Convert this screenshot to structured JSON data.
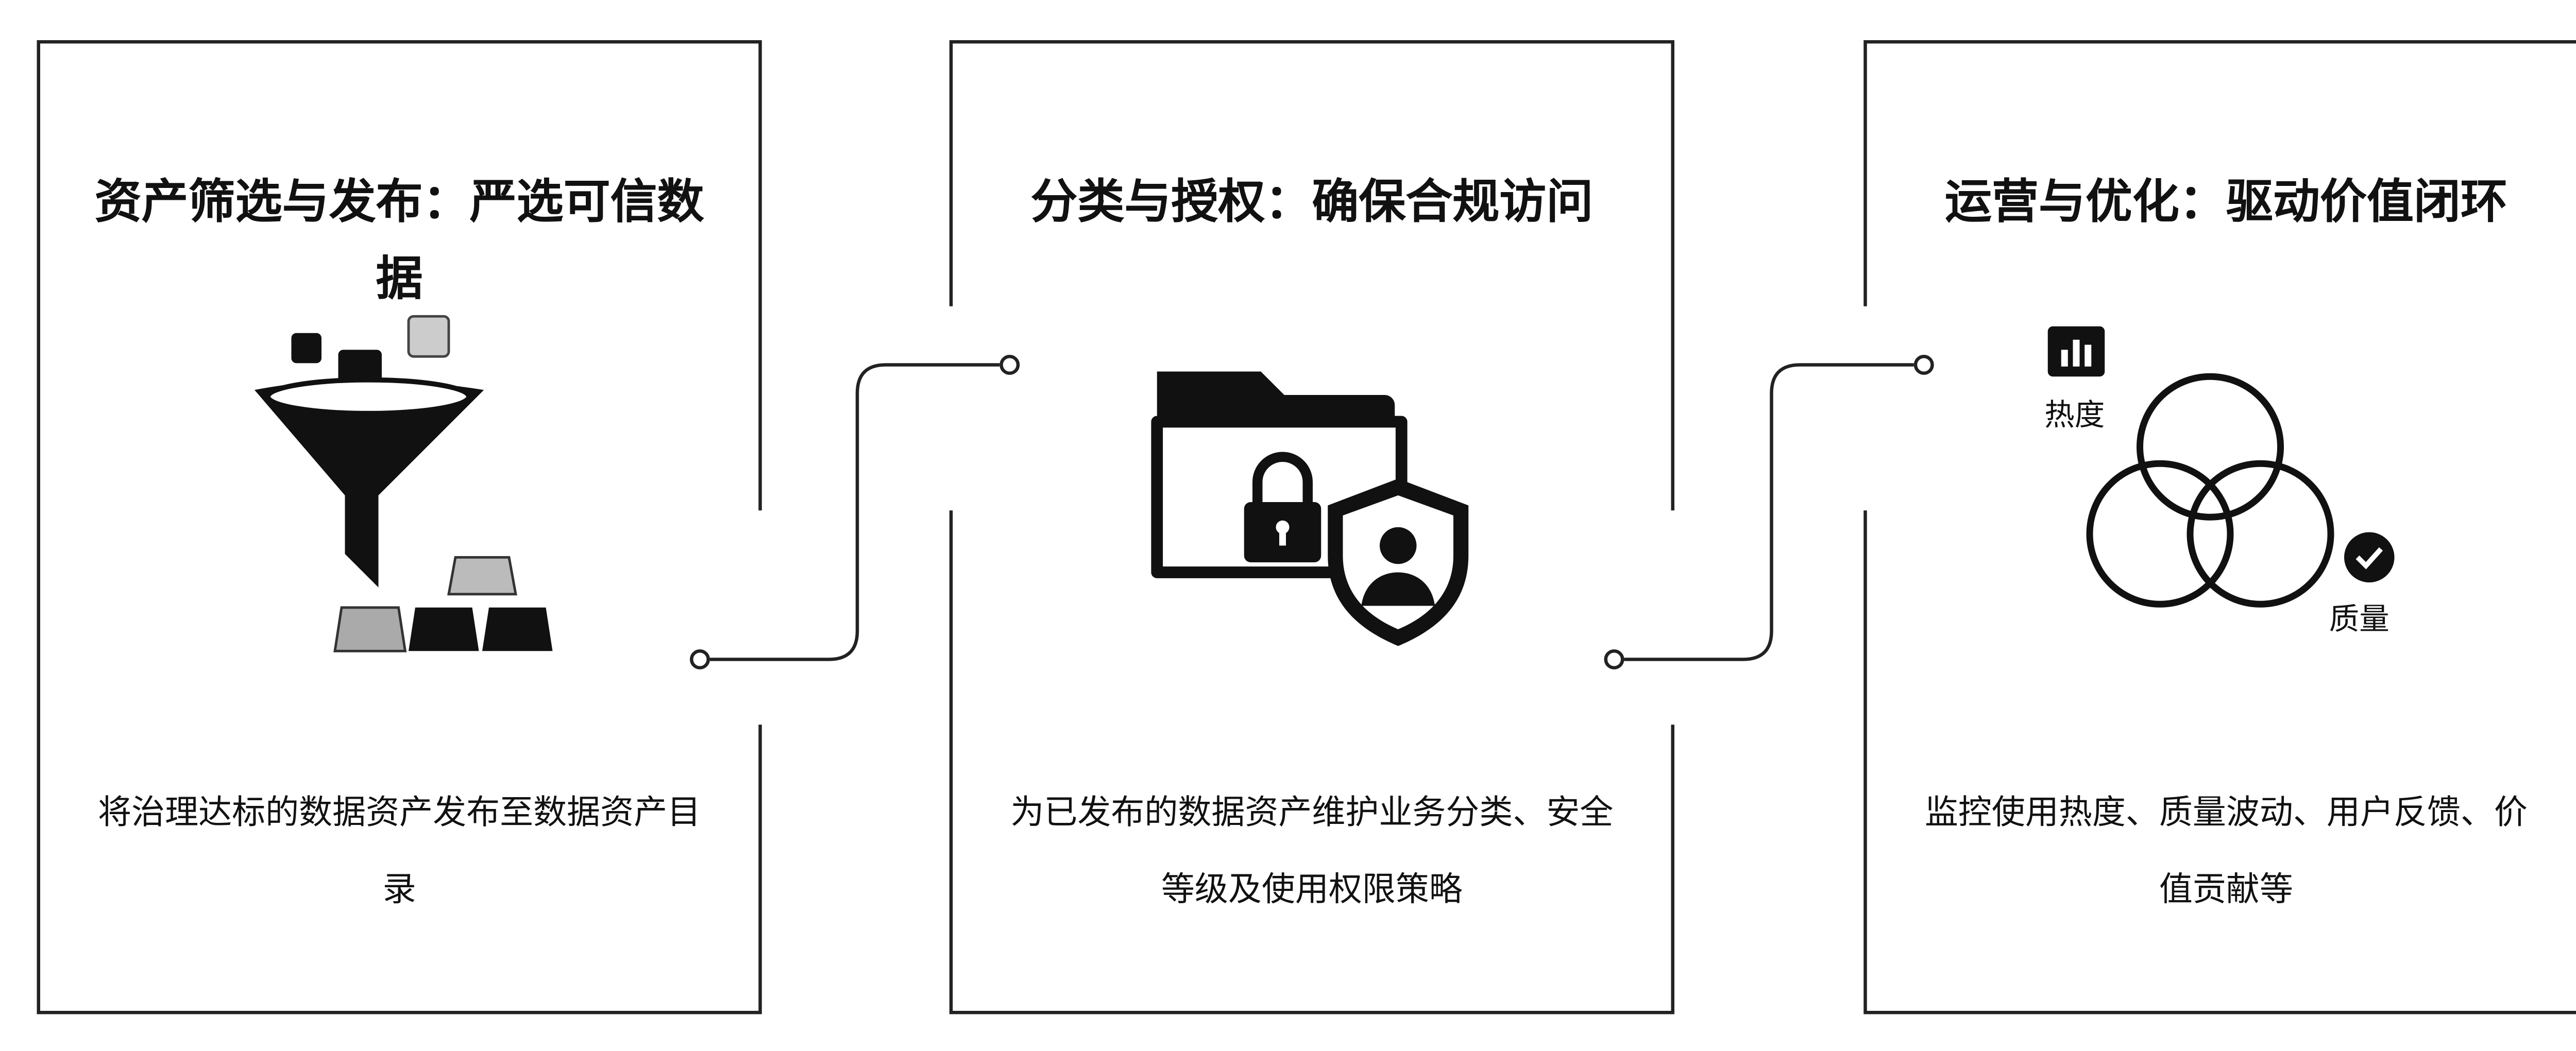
{
  "panels": [
    {
      "title": "资产筛选与发布：严选可信数据",
      "description": "将治理达标的数据资产发布至数据资产目录",
      "icon": "funnel-icon"
    },
    {
      "title": "分类与授权：确保合规访问",
      "description": "为已发布的数据资产维护业务分类、安全等级及使用权限策略",
      "icon": "folder-lock-shield-icon"
    },
    {
      "title": "运营与优化：驱动价值闭环",
      "description": "监控使用热度、质量波动、用户反馈、价值贡献等",
      "icon": "venn-diagram-icon",
      "labels": {
        "heat": "热度",
        "quality": "质量"
      }
    }
  ],
  "colors": {
    "line": "#222222",
    "background": "#ffffff"
  }
}
